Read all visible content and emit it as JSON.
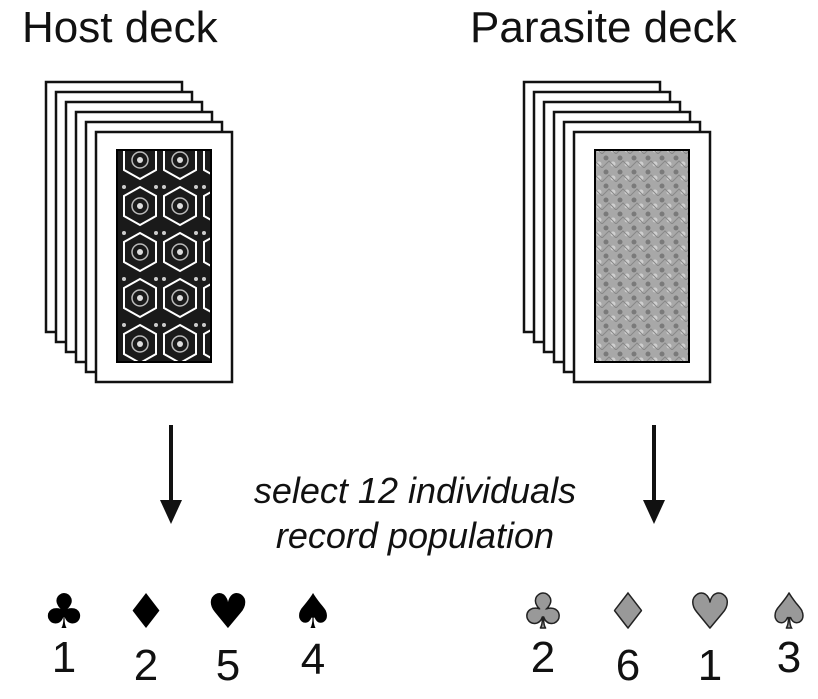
{
  "host": {
    "title": "Host deck",
    "suits": [
      {
        "icon": "club-icon",
        "glyph": "♣",
        "count": "1"
      },
      {
        "icon": "diamond-icon",
        "glyph": "♦",
        "count": "2"
      },
      {
        "icon": "heart-icon",
        "glyph": "♥",
        "count": "5"
      },
      {
        "icon": "spade-icon",
        "glyph": "♠",
        "count": "4"
      }
    ]
  },
  "parasite": {
    "title": "Parasite deck",
    "suits": [
      {
        "icon": "club-icon",
        "glyph": "♣",
        "count": "2"
      },
      {
        "icon": "diamond-icon",
        "glyph": "♦",
        "count": "6"
      },
      {
        "icon": "heart-icon",
        "glyph": "♥",
        "count": "1"
      },
      {
        "icon": "spade-icon",
        "glyph": "♠",
        "count": "3"
      }
    ]
  },
  "caption": {
    "line1": "select 12 individuals",
    "line2": "record population"
  },
  "colors": {
    "host_suit": "#000000",
    "parasite_suit": "#999999",
    "host_card_back": "#111111",
    "parasite_card_back": "#a0a0a0"
  }
}
